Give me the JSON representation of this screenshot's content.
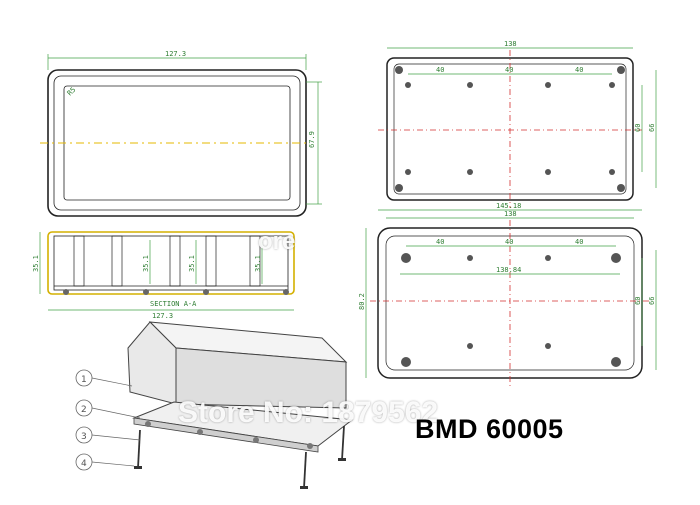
{
  "drawing": {
    "top_view": {
      "width_label": "127.3",
      "height_label": "67.9",
      "corner_label": "R5"
    },
    "side_view": {
      "height_label": "35.1",
      "inner_label_1": "35.1",
      "inner_label_2": "35.1",
      "inner_label_3": "35.1",
      "section_label": "SECTION A-A",
      "width_label": "127.3"
    },
    "bottom_view": {
      "width_label": "138",
      "pitch_1": "40",
      "pitch_2": "40",
      "pitch_3": "40",
      "height_1": "60",
      "height_2": "66"
    },
    "lid_view": {
      "width_label_1": "145.18",
      "width_label_2": "138",
      "pitch_1": "40",
      "pitch_2": "40",
      "pitch_3": "40",
      "inner_width": "138.84",
      "height_label": "80.2",
      "height_1": "60",
      "height_2": "66"
    },
    "callouts": [
      "1",
      "2",
      "3",
      "4"
    ]
  },
  "watermark": {
    "text": "Store No: 1879562",
    "fragment": "ore"
  },
  "model_label": "BMD 60005"
}
